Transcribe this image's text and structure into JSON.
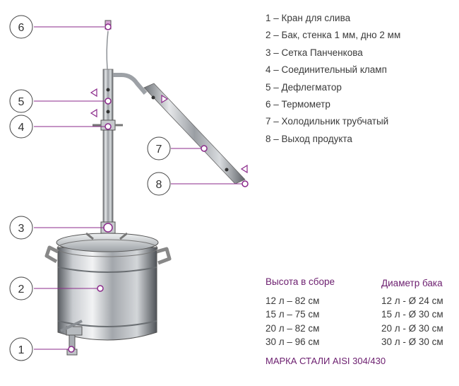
{
  "callouts": [
    {
      "num": "6"
    },
    {
      "num": "5"
    },
    {
      "num": "4"
    },
    {
      "num": "7"
    },
    {
      "num": "8"
    },
    {
      "num": "3"
    },
    {
      "num": "2"
    },
    {
      "num": "1"
    }
  ],
  "legend": [
    "1 – Кран для слива",
    "2 – Бак, стенка 1 мм, дно 2 мм",
    "3 – Сетка Панченкова",
    "4 – Соединительный кламп",
    "5 – Дефлегматор",
    "6 – Термометр",
    "7 – Холодильник трубчатый",
    "8 – Выход продукта"
  ],
  "specs": {
    "height_title": "Высота в сборе",
    "height_rows": [
      "12 л – 82 см",
      "15 л – 75 см",
      "20 л – 82 см",
      "30 л – 96 см"
    ],
    "diameter_title": "Диаметр бака",
    "diameter_rows": [
      "12 л - Ø 24 см",
      "15 л - Ø 30 см",
      "20 л - Ø 30 см",
      "30 л - Ø 30 см"
    ]
  },
  "brand": "МАРКА СТАЛИ AISI 304/430",
  "colors": {
    "accent": "#8b2a8b",
    "callout_stroke": "#444444",
    "steel": "#b9bcc0"
  }
}
